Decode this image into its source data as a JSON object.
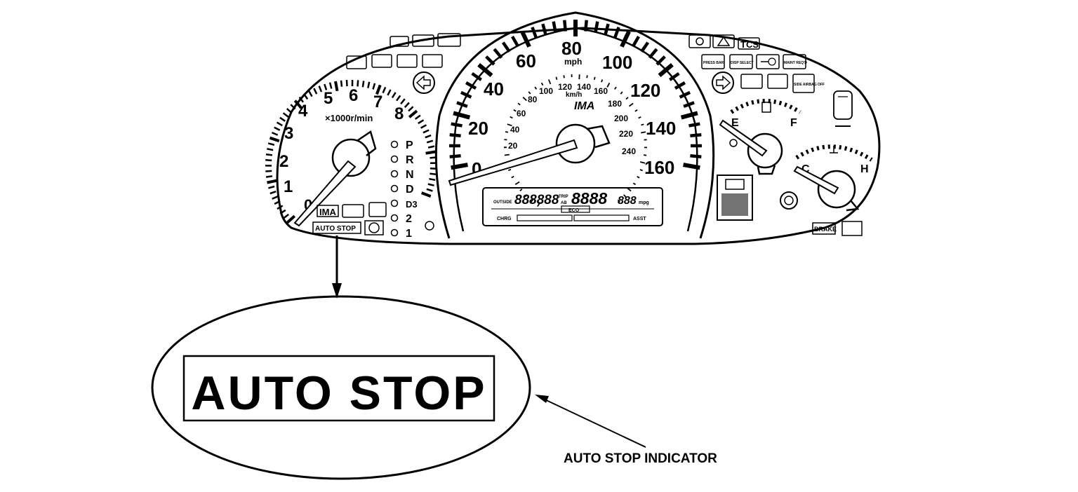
{
  "tachometer": {
    "ticks": [
      "0",
      "1",
      "2",
      "3",
      "4",
      "5",
      "6",
      "7",
      "8"
    ],
    "unit": "×1000r/min"
  },
  "speedometer": {
    "mph_ticks": [
      "0",
      "20",
      "40",
      "60",
      "80",
      "100",
      "120",
      "140",
      "160"
    ],
    "mph_unit": "mph",
    "kmh_ticks": [
      "20",
      "40",
      "60",
      "80",
      "100",
      "120",
      "140",
      "160",
      "180",
      "200",
      "220",
      "240"
    ],
    "kmh_unit": "km/h",
    "brand": "IMA"
  },
  "gear_indicator": [
    "P",
    "R",
    "N",
    "D",
    "D3",
    "2",
    "1"
  ],
  "fuel_gauge": {
    "empty": "E",
    "full": "F"
  },
  "temp_gauge": {
    "cold": "C",
    "hot": "H"
  },
  "display": {
    "outside": "OUTSIDE",
    "segments_left": "888888",
    "trip": "TRIP",
    "trip_ab": "AB",
    "segments_center": "8888",
    "segments_right": "888",
    "mpg": "mpg",
    "eco": "ECO",
    "charge": "CHRG",
    "assist": "ASST"
  },
  "warning_lights": {
    "ima": "IMA",
    "tcs": "TCS",
    "brake": "BRAKE",
    "press_bar": "PRESS BAR",
    "disp_select": "DISP SELECT",
    "maint_reqd": "MAINT REQ'D",
    "side_airbag_off": "SIDE AIRBAG OFF"
  },
  "auto_stop_small": "AUTO STOP",
  "callout": {
    "magnified_text": "AUTO STOP",
    "label": "AUTO STOP INDICATOR"
  }
}
